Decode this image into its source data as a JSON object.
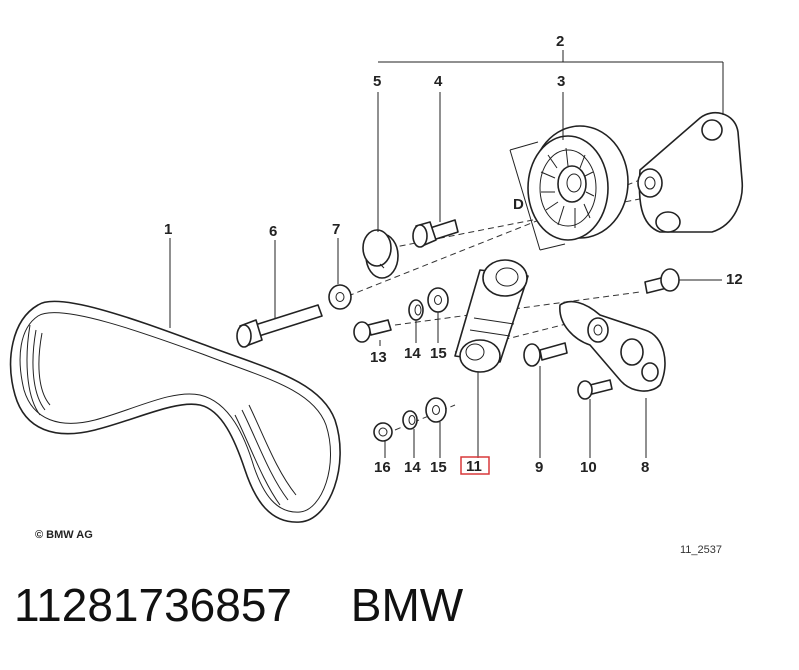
{
  "diagram": {
    "callouts": {
      "c1": "1",
      "c2": "2",
      "c3": "3",
      "c4": "4",
      "c5": "5",
      "c6": "6",
      "c7": "7",
      "c8": "8",
      "c9": "9",
      "c10": "10",
      "c11": "11",
      "c12": "12",
      "c13": "13",
      "c14a": "14",
      "c14b": "14",
      "c15a": "15",
      "c15b": "15",
      "c16": "16"
    },
    "dimension_label": "D",
    "highlighted_part": "11",
    "highlight_color": "#d9383a",
    "copyright": "© BMW AG",
    "drawing_id": "11_2537"
  },
  "caption": {
    "part_number": "11281736857",
    "brand": "BMW"
  }
}
